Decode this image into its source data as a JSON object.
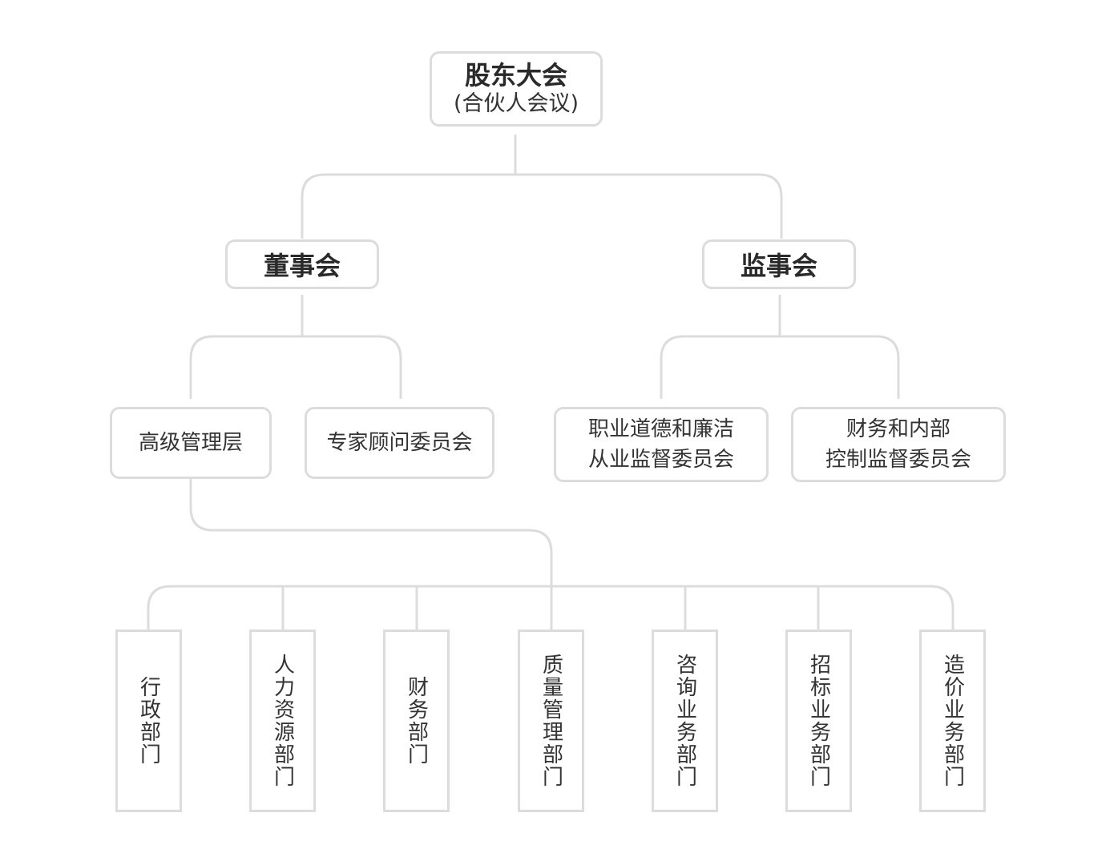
{
  "root": {
    "title": "股东大会",
    "subtitle": "(合伙人会议)"
  },
  "board": {
    "label": "董事会"
  },
  "supervisors": {
    "label": "监事会"
  },
  "senior_mgmt": {
    "label": "高级管理层"
  },
  "expert_committee": {
    "label": "专家顾问委员会"
  },
  "ethics_committee": {
    "line1": "职业道德和廉洁",
    "line2": "从业监督委员会"
  },
  "finance_committee": {
    "line1": "财务和内部",
    "line2": "控制监督委员会"
  },
  "departments": [
    {
      "label": "行政部门"
    },
    {
      "label": "人力资源部门"
    },
    {
      "label": "财务部门"
    },
    {
      "label": "质量管理部门"
    },
    {
      "label": "咨询业务部门"
    },
    {
      "label": "招标业务部门"
    },
    {
      "label": "造价业务部门"
    }
  ],
  "colors": {
    "border": "#dcdcdc",
    "connector": "#dcdcdc",
    "text": "#333333"
  }
}
